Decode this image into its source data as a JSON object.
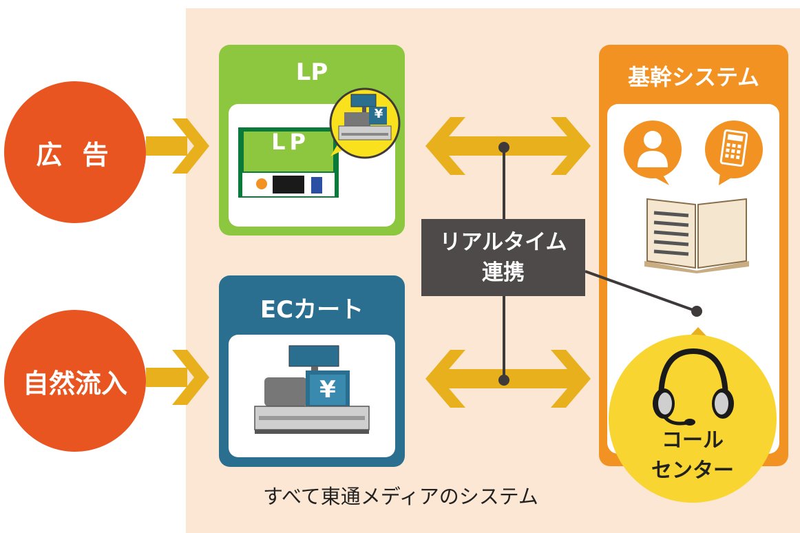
{
  "sources": {
    "ad": "広 告",
    "natural": "自然流入"
  },
  "lp": {
    "title": "LP",
    "page_label": "LP",
    "yen": "¥"
  },
  "ec": {
    "title": "ECカート",
    "yen": "¥"
  },
  "core": {
    "title": "基幹システム"
  },
  "realtime": {
    "line1": "リアルタイム",
    "line2": "連携"
  },
  "call_center": {
    "line1": "コール",
    "line2": "センター"
  },
  "footer": "すべて東通メディアのシステム",
  "colors": {
    "orange_red": "#e85521",
    "green": "#8dc63f",
    "teal": "#2b6f90",
    "orange": "#f29222",
    "arrow": "#e8b01c",
    "yellow": "#f9d531",
    "dark": "#4d4a49",
    "bg": "#fbe7d3"
  },
  "icons": [
    "register-icon",
    "user-icon",
    "calculator-icon",
    "book-icon",
    "headset-icon"
  ]
}
